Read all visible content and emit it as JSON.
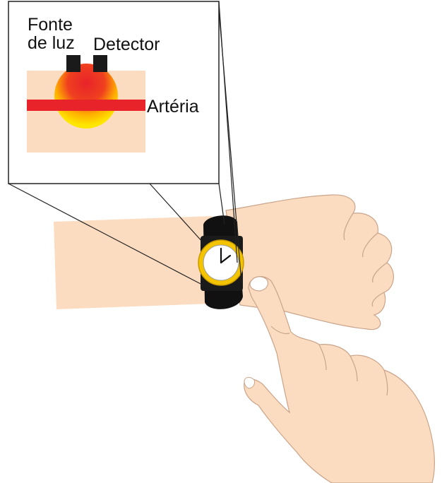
{
  "labels": {
    "light_source": "Fonte\nde luz",
    "detector": "Detector",
    "artery": "Artéria"
  },
  "colors": {
    "skin": "#fcdcc0",
    "skin_outline": "#c9a48a",
    "artery": "#e8232a",
    "glow_core": "#e8232a",
    "glow_outer": "#ffe600",
    "sensor_block": "#1a1a1a",
    "watch_band": "#111111",
    "watch_bezel": "#f5c400",
    "watch_face": "#ffffff",
    "line": "#222222"
  },
  "icons": {
    "watch": "wristwatch-icon",
    "hand": "pointing-hand-icon"
  }
}
